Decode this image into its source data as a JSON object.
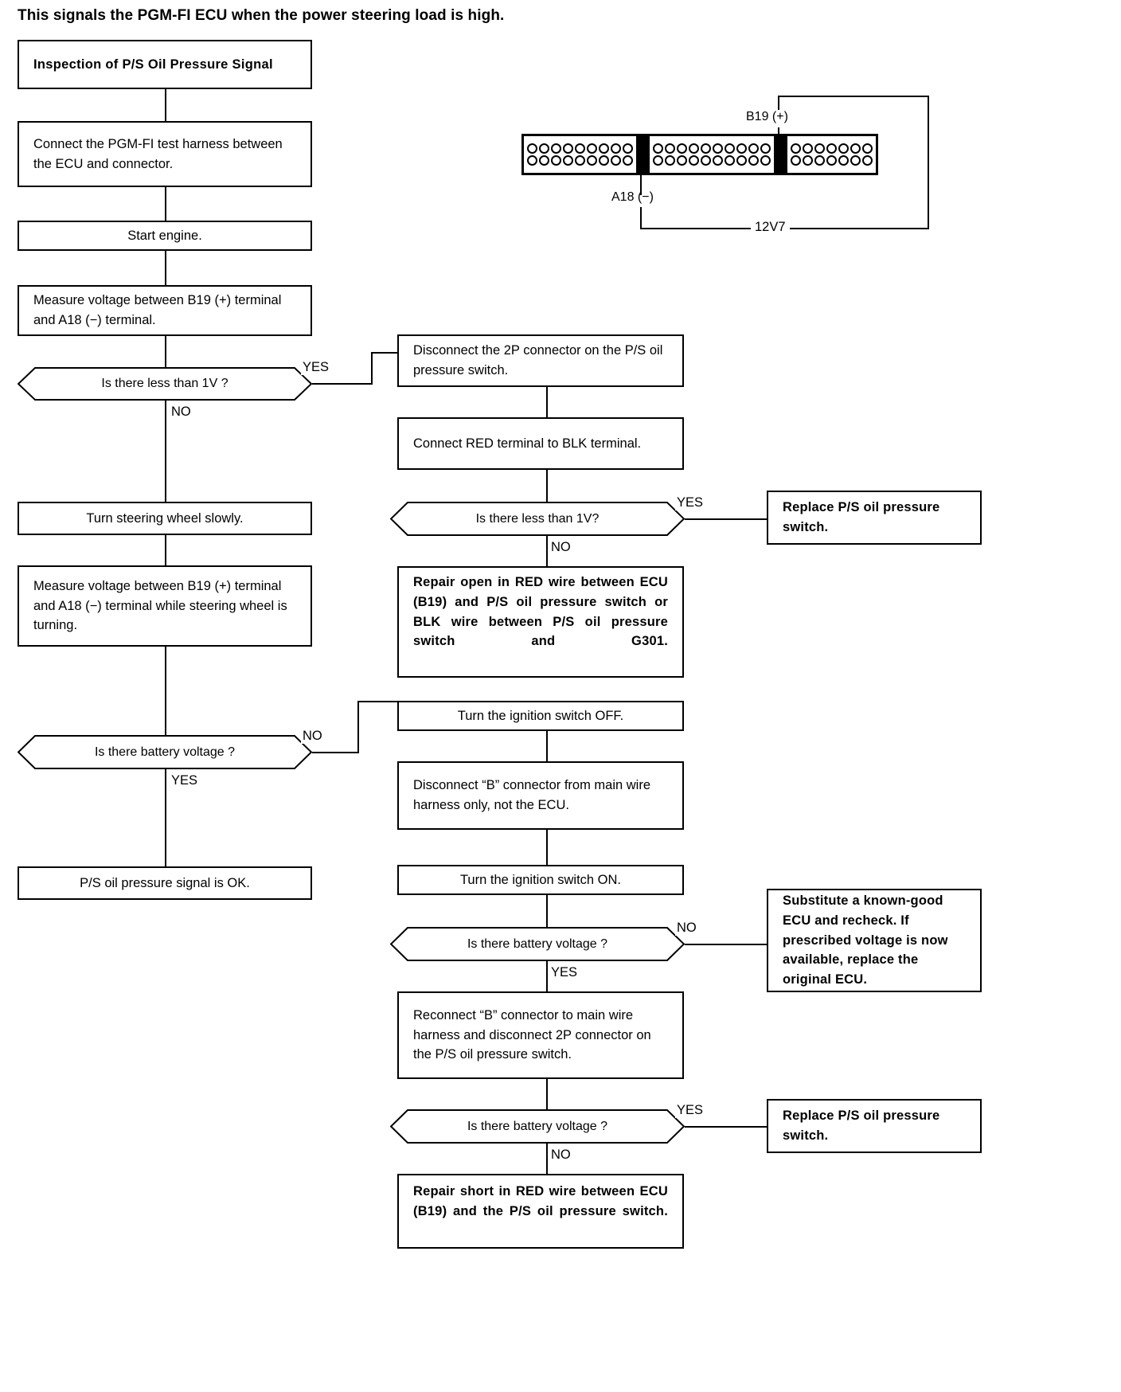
{
  "intro": {
    "text": "This signals the PGM-FI ECU when the power steering load is high."
  },
  "connector": {
    "label_b19": "B19 (+)",
    "label_a18": "A18 (−)",
    "label_12v7": "12V7",
    "blocks": [
      {
        "name": "block-a",
        "pins_per_row": 9,
        "rows": 2
      },
      {
        "name": "block-b",
        "pins_per_row": 10,
        "rows": 2
      },
      {
        "name": "block-c",
        "pins_per_row": 7,
        "rows": 2
      }
    ]
  },
  "branches": {
    "yes": "YES",
    "no": "NO"
  },
  "nodes": {
    "title": "Inspection of P/S Oil Pressure Signal",
    "connect_harness": "Connect the PGM-FI test harness between the ECU and connector.",
    "start_engine": "Start engine.",
    "measure_b19_a18": "Measure voltage between B19 (+) terminal and A18 (−) terminal.",
    "q_less_than_1v_a": "Is there less than 1V ?",
    "turn_steering": "Turn steering wheel slowly.",
    "measure_while_turning": "Measure voltage between B19 (+) terminal and A18 (−) terminal while steering wheel is turning.",
    "q_battery_voltage_a": "Is there battery voltage ?",
    "signal_ok": "P/S oil pressure signal is OK.",
    "disconnect_2p": "Disconnect the 2P connector on the P/S oil pressure switch.",
    "connect_red_blk": "Connect RED terminal to BLK terminal.",
    "q_less_than_1v_b": "Is there less than 1V?",
    "replace_switch_1": "Replace P/S oil pressure switch.",
    "repair_open_red": "Repair open in RED wire between ECU (B19) and P/S oil pressure switch or BLK wire between P/S oil pressure switch and G301.",
    "ign_off": "Turn the ignition switch OFF.",
    "disconnect_b_conn": "Disconnect “B” connector from main wire harness only, not the ECU.",
    "ign_on": "Turn the ignition switch ON.",
    "q_battery_voltage_b": "Is there battery voltage ?",
    "substitute_ecu": "Substitute a known-good ECU and recheck. If prescribed voltage is now available, replace the original ECU.",
    "reconnect_b_conn": "Reconnect “B” connector to main wire harness and disconnect 2P connector on the P/S oil pressure switch.",
    "q_battery_voltage_c": "Is there battery voltage ?",
    "replace_switch_2": "Replace P/S oil pressure switch.",
    "repair_short_red": "Repair short in RED wire between ECU (B19) and the P/S oil pressure switch."
  }
}
